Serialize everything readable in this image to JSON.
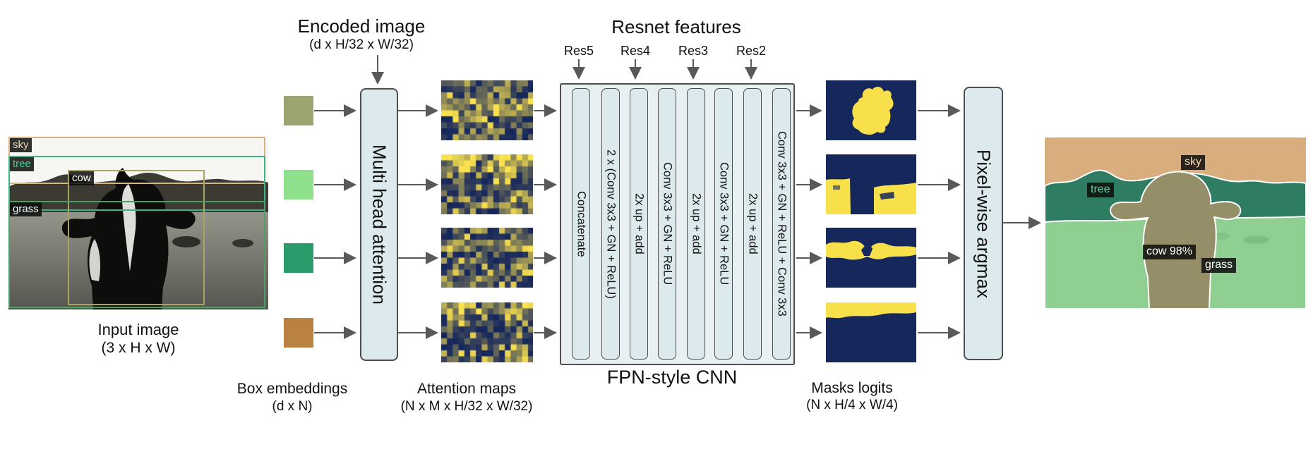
{
  "encoded_image": {
    "title": "Encoded image",
    "subtitle": "(d x H/32 x W/32)"
  },
  "resnet": {
    "title": "Resnet features",
    "levels": [
      "Res5",
      "Res4",
      "Res3",
      "Res2"
    ]
  },
  "input_image": {
    "caption": "Input image",
    "caption_sub": "(3 x H x W)",
    "boxes": [
      {
        "label": "sky",
        "border_color": "#d9b286",
        "text_color": "#ecd9b4"
      },
      {
        "label": "tree",
        "border_color": "#3cb487",
        "text_color": "#52d198"
      },
      {
        "label": "cow",
        "border_color": "#a6a662",
        "text_color": "#ffffff"
      },
      {
        "label": "grass",
        "border_color": "#4a9f63",
        "text_color": "#ffffff"
      }
    ]
  },
  "box_embeddings": {
    "caption": "Box embeddings",
    "caption_sub": "(d x N)",
    "colors": [
      "#9ea46f",
      "#8fe08c",
      "#2a9b6b",
      "#b98240"
    ]
  },
  "attention_block": {
    "label": "Multi head attention"
  },
  "attention_maps": {
    "caption": "Attention maps",
    "caption_sub": "(N x M x H/32 x W/32)"
  },
  "fpn": {
    "caption": "FPN-style CNN",
    "columns": [
      "Concatenate",
      "2 x (Conv 3x3 + GN + ReLU)",
      "2x up + add",
      "Conv 3x3 + GN + ReLU",
      "2x up + add",
      "Conv 3x3 + GN + ReLU",
      "2x up + add",
      "Conv 3x3 + GN + ReLU + Conv 3x3"
    ]
  },
  "masks_logits": {
    "caption": "Masks logits",
    "caption_sub": "(N x H/4 x W/4)"
  },
  "argmax_block": {
    "label": "Pixel-wise argmax"
  },
  "output_image": {
    "labels": [
      {
        "text": "sky",
        "color": "#f2dab2"
      },
      {
        "text": "tree",
        "color": "#5fd3a0"
      },
      {
        "text": "cow 98%",
        "color": "#ffffff"
      },
      {
        "text": "grass",
        "color": "#ffffff"
      }
    ],
    "region_colors": {
      "sky": "#d9ae7e",
      "tree": "#2e7c62",
      "grass": "#8fcf92",
      "cow": "#948f68"
    }
  },
  "palette": {
    "block_fill": "#dce9ed",
    "fpn_fill": "#e9f0f2",
    "border": "#4f4f4f",
    "arrow": "#595959",
    "mask_navy": "#16275c",
    "mask_yellow": "#f7e04a"
  }
}
